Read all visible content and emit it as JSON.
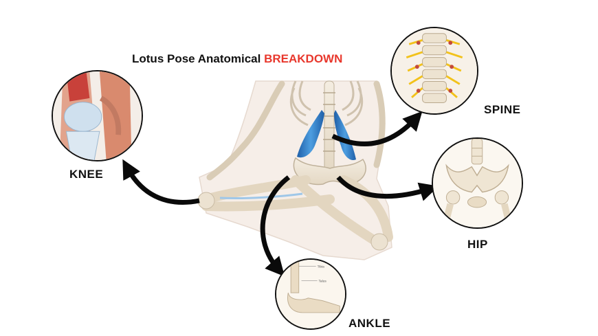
{
  "title": {
    "text": "Lotus Pose Anatomical",
    "highlight": "BREAKDOWN"
  },
  "labels": {
    "knee": "KNEE",
    "spine": "SPINE",
    "hip": "HIP",
    "ankle": "ANKLE"
  },
  "colors": {
    "highlight": "#e8372c",
    "arrow": "#0a0a0a",
    "bone": "#efe6d6",
    "psoas": "#2f7fc8"
  },
  "ankle_inset": {
    "label_top": "Tibia",
    "label_mid": "Talus"
  }
}
